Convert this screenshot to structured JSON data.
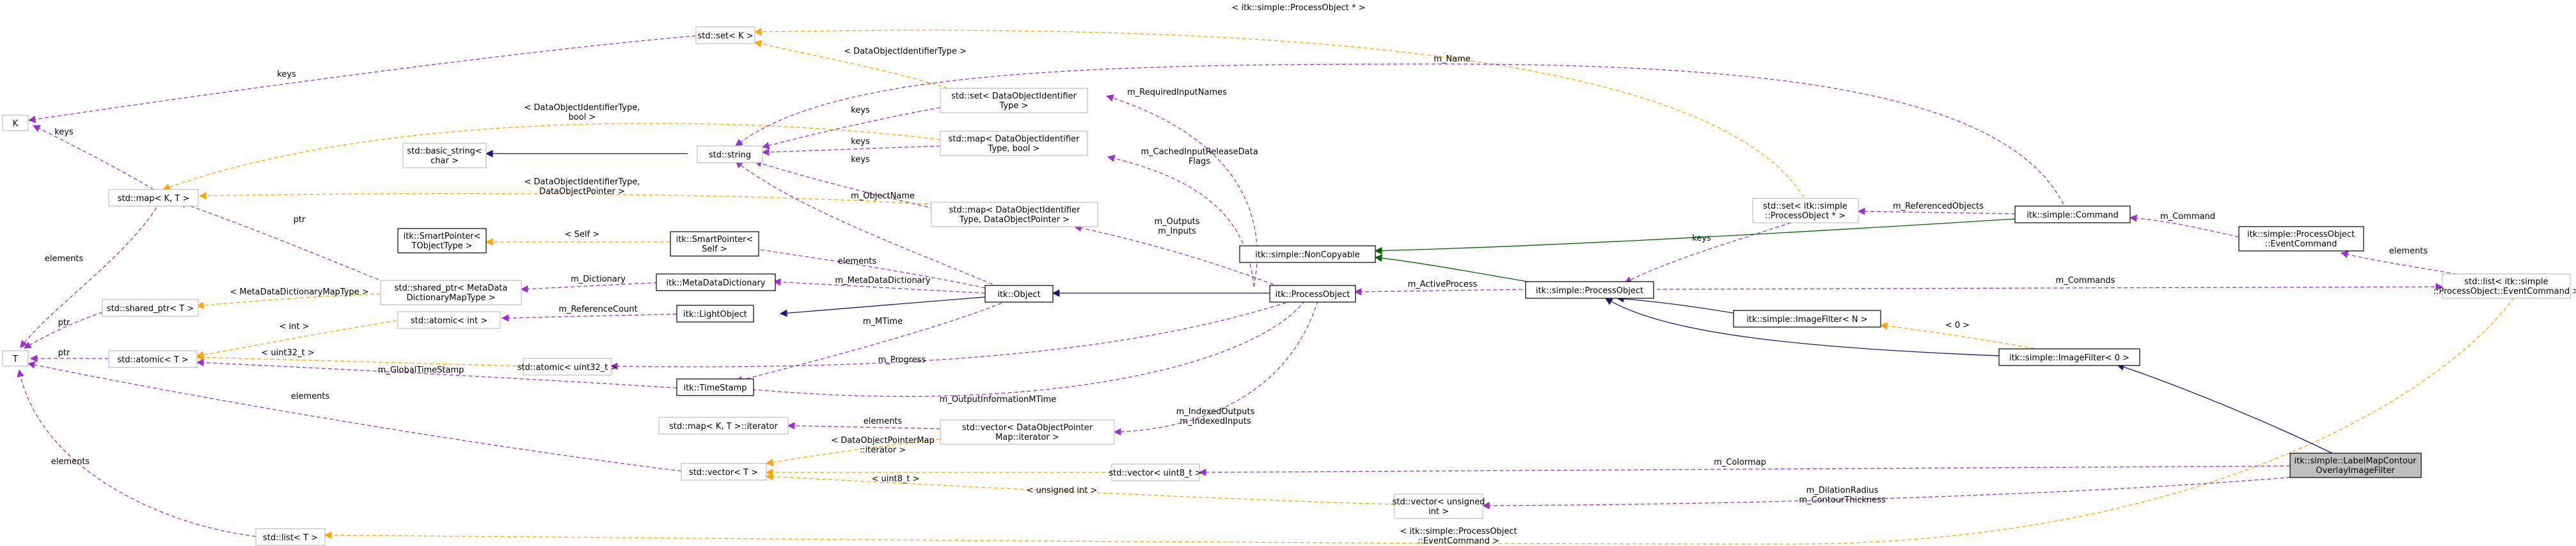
{
  "nodes": {
    "K": "K",
    "T": "T",
    "set_K": "std::set< K >",
    "map_K_T": "std::map< K, T >",
    "basic_string": [
      "std::basic_string<",
      "char >"
    ],
    "string": "std::string",
    "shared_ptr_T": "std::shared_ptr< T >",
    "atomic_T": "std::atomic< T >",
    "atomic_int": "std::atomic< int >",
    "atomic_uint32": "std::atomic< uint32_t >",
    "smartptr_T": [
      "itk::SmartPointer<",
      "TObjectType >"
    ],
    "smartptr_self": [
      "itk::SmartPointer<",
      "Self >"
    ],
    "shared_ptr_meta": [
      "std::shared_ptr< MetaData",
      "DictionaryMapType >"
    ],
    "metadatadict": "itk::MetaDataDictionary",
    "lightobject": "itk::LightObject",
    "timestamp": "itk::TimeStamp",
    "map_iterator": "std::map< K, T >::iterator",
    "vector_T": "std::vector< T >",
    "list_T": "std::list< T >",
    "set_dataobj": [
      "std::set< DataObjectIdentifier",
      "Type >"
    ],
    "map_dataobj_bool": [
      "std::map< DataObjectIdentifier",
      "Type, bool >"
    ],
    "map_dataobj_ptr": [
      "std::map< DataObjectIdentifier",
      "Type, DataObjectPointer >"
    ],
    "object": "itk::Object",
    "vector_dataobj_iter": [
      "std::vector< DataObjectPointer",
      "Map::iterator >"
    ],
    "vector_uint8": "std::vector< uint8_t >",
    "noncopyable": "itk::simple::NonCopyable",
    "processobject": "itk::ProcessObject",
    "set_simple_po": [
      "std::set< itk::simple",
      "::ProcessObject * >"
    ],
    "simple_po": "itk::simple::ProcessObject",
    "vector_unsigned": [
      "std::vector< unsigned",
      "int >"
    ],
    "command": "itk::simple::Command",
    "imagefilter_N": "itk::simple::ImageFilter< N >",
    "imagefilter_0": "itk::simple::ImageFilter< 0 >",
    "eventcommand": [
      "itk::simple::ProcessObject",
      "::EventCommand"
    ],
    "list_eventcommand": [
      "std::list< itk::simple",
      "::ProcessObject::EventCommand >"
    ],
    "labelmap_filter": [
      "itk::simple::LabelMapContour",
      "OverlayImageFilter"
    ]
  },
  "edge_labels": {
    "setK_K": "keys",
    "mapKT_K": "keys",
    "mapKT_T": "elements",
    "sharedT_T": "ptr",
    "atomicT_T": "ptr",
    "vectorT_T": "elements",
    "listT_T": "elements",
    "sharedmeta_mapKT": "ptr",
    "sharedmeta_sharedT": "< MetaDataDictionaryMapType >",
    "atomicint_atomicT": "< int >",
    "atomicuint_atomicT": "< uint32_t >",
    "timestamp_atomicT": "m_GlobalTimeStamp",
    "smartself_smartT": "< Self >",
    "setdo_string": "keys",
    "mapdobool_string": "keys",
    "mapdoptr_string": "keys",
    "setdo_setK": "< DataObjectIdentifierType >",
    "mapdobool_mapKT": [
      "< DataObjectIdentifierType,",
      "bool >"
    ],
    "mapdoptr_mapKT": [
      "< DataObjectIdentifierType,",
      "DataObjectPointer >"
    ],
    "setpo_setK": "< itk::simple::ProcessObject * >",
    "object_string": "m_ObjectName",
    "object_smartself": "elements",
    "object_metadict": "m_MetaDataDictionary",
    "object_timestamp": "m_MTime",
    "meta_sharedmeta": "m_Dictionary",
    "light_atomicint": "m_ReferenceCount",
    "po_setdo": "m_RequiredInputNames",
    "po_mapdobool": [
      "m_CachedInputReleaseData",
      "Flags"
    ],
    "po_mapdoptr": [
      "m_Outputs",
      "m_Inputs"
    ],
    "po_atomicuint": "m_Progress",
    "po_timestamp": "m_OutputInformationMTime",
    "po_vecdoiter": [
      "m_IndexedOutputs",
      "m_IndexedInputs"
    ],
    "vecdoiter_mapiter": "elements",
    "vecdoiter_vectorT": [
      "< DataObjectPointerMap",
      "::iterator >"
    ],
    "vecuint8_vectorT": "< uint8_t >",
    "vecunsigned_vectorT": "< unsigned int >",
    "command_string": "m_Name",
    "command_setpo": "m_ReferencedObjects",
    "setpo_simplepo": "keys",
    "simplepo_po": "m_ActiveProcess",
    "simplepo_listec": "m_Commands",
    "eventcmd_command": "m_Command",
    "listec_eventcmd": "elements",
    "listec_listT": [
      "< itk::simple::ProcessObject",
      "::EventCommand >"
    ],
    "if0_ifN": "< 0 >",
    "labelmap_vecuint8": "m_Colormap",
    "labelmap_vecunsigned": [
      "m_DilationRadius",
      "m_ContourThickness"
    ]
  },
  "colors": {
    "usage_edge": "#9a32cd",
    "template_edge": "#ffa500",
    "public_inherit": "#191970",
    "noncopyable_inherit": "#006400",
    "focus_fill": "#bfbfbf",
    "external_border": "#bfbfbf",
    "class_border": "#000000"
  }
}
